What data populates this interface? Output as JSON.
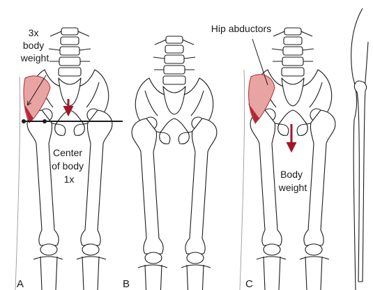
{
  "panels": {
    "a": {
      "letter": "A",
      "force_label_lines": [
        "3x",
        "body",
        "weight"
      ],
      "center_label_lines": [
        "Center",
        "of body",
        "1x"
      ]
    },
    "b": {
      "letter": "B"
    },
    "c": {
      "letter": "C",
      "muscle_label": "Hip abductors",
      "weight_label_lines": [
        "Body",
        "weight"
      ]
    }
  },
  "colors": {
    "bone_stroke": "#1a1a1a",
    "muscle_fill": "#e8a3a3",
    "muscle_edge": "#b02a35",
    "arrow_red": "#a3152a"
  }
}
